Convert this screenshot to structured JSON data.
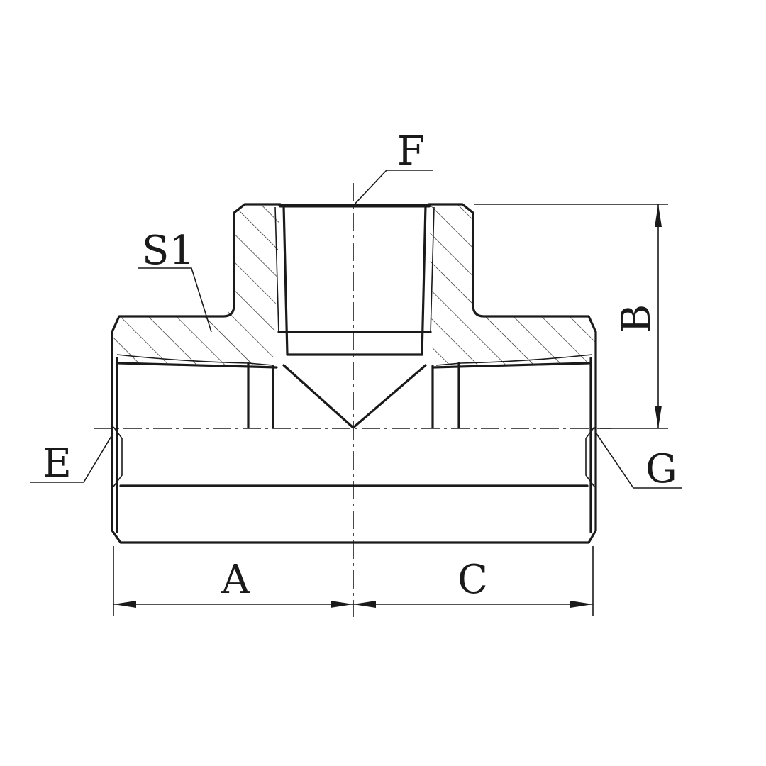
{
  "labels": {
    "F": "F",
    "S1": "S1",
    "B": "B",
    "E": "E",
    "G": "G",
    "A": "A",
    "C": "C"
  }
}
